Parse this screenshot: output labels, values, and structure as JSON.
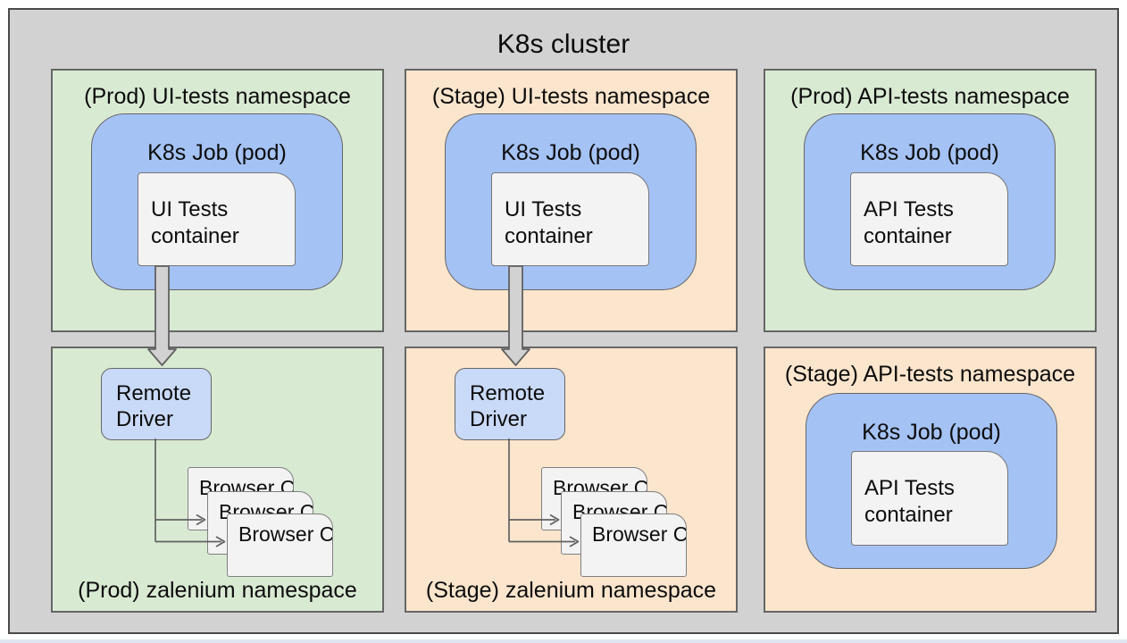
{
  "cluster": {
    "title": "K8s cluster"
  },
  "namespaces": {
    "prod_ui": {
      "title": "(Prod) UI-tests namespace",
      "job": "K8s Job (pod)",
      "container": "UI Tests container"
    },
    "stage_ui": {
      "title": "(Stage) UI-tests namespace",
      "job": "K8s Job (pod)",
      "container": "UI Tests container"
    },
    "prod_api": {
      "title": "(Prod) API-tests namespace",
      "job": "K8s Job (pod)",
      "container": "API Tests container"
    },
    "prod_zalenium": {
      "title": "(Prod) zalenium namespace",
      "driver": "Remote Driver",
      "browser": "Browser Container"
    },
    "stage_zalenium": {
      "title": "(Stage) zalenium namespace",
      "driver": "Remote Driver",
      "browser": "Browser Container"
    },
    "stage_api": {
      "title": "(Stage) API-tests namespace",
      "job": "K8s Job (pod)",
      "container": "API Tests container"
    }
  },
  "colors": {
    "page_bg": "#ffffff",
    "cluster_bg": "#d2d2d2",
    "prod_bg": "#d9ead3",
    "stage_bg": "#fce5cd",
    "job_bg": "#a4c2f4",
    "driver_bg": "#c9daf8",
    "container_bg": "#f3f3f3",
    "border": "#666666",
    "outer_border": "#4a4a4a",
    "connector": "#616161",
    "bottom_strip": "#dfe6f1"
  }
}
